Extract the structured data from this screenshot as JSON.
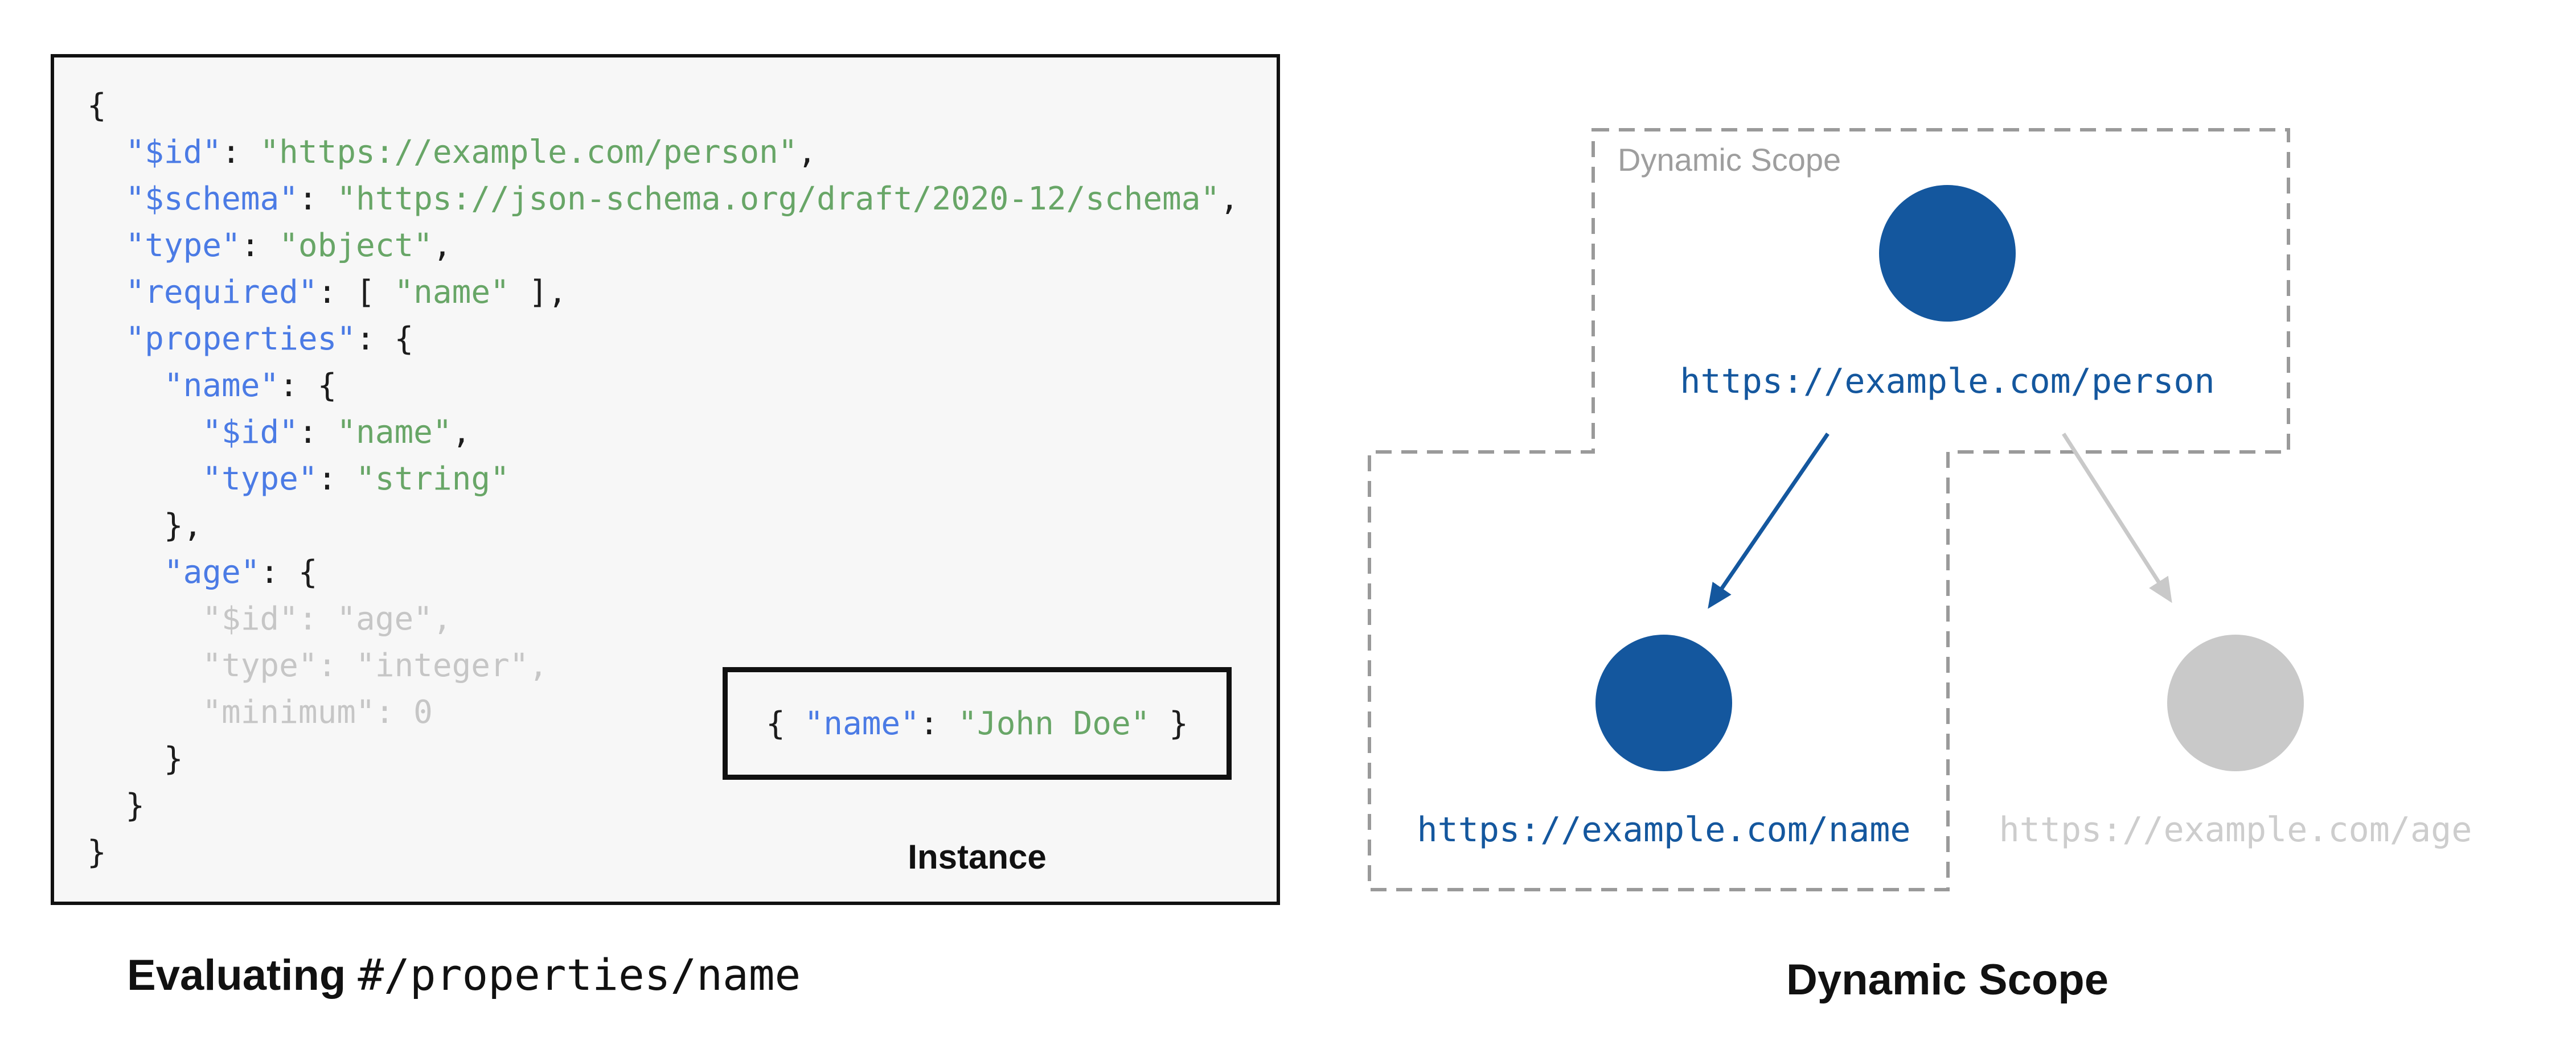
{
  "colors": {
    "node_active_blue": "#14579E",
    "node_inactive_gray": "#C9C9C9",
    "code_key_blue": "#4B7BE5",
    "code_string_green": "#68A667",
    "code_dim_gray": "#C6C6C6",
    "code_punct_black": "#1C1C1C",
    "scope_outline_gray": "#9A9A9A",
    "panel_background": "#F7F7F7",
    "panel_border": "#111111"
  },
  "schema_panel": {
    "code_lines": [
      {
        "tokens": [
          [
            "p",
            "{"
          ]
        ]
      },
      {
        "tokens": [
          [
            "p",
            "  "
          ],
          [
            "k",
            "\"$id\""
          ],
          [
            "p",
            ": "
          ],
          [
            "v",
            "\"https://example.com/person\""
          ],
          [
            "p",
            ","
          ]
        ]
      },
      {
        "tokens": [
          [
            "p",
            "  "
          ],
          [
            "k",
            "\"$schema\""
          ],
          [
            "p",
            ": "
          ],
          [
            "v",
            "\"https://json-schema.org/draft/2020-12/schema\""
          ],
          [
            "p",
            ","
          ]
        ]
      },
      {
        "tokens": [
          [
            "p",
            "  "
          ],
          [
            "k",
            "\"type\""
          ],
          [
            "p",
            ": "
          ],
          [
            "v",
            "\"object\""
          ],
          [
            "p",
            ","
          ]
        ]
      },
      {
        "tokens": [
          [
            "p",
            "  "
          ],
          [
            "k",
            "\"required\""
          ],
          [
            "p",
            ": [ "
          ],
          [
            "v",
            "\"name\""
          ],
          [
            "p",
            " ],"
          ]
        ]
      },
      {
        "tokens": [
          [
            "p",
            "  "
          ],
          [
            "k",
            "\"properties\""
          ],
          [
            "p",
            ": {"
          ]
        ]
      },
      {
        "tokens": [
          [
            "p",
            "    "
          ],
          [
            "k",
            "\"name\""
          ],
          [
            "p",
            ": {"
          ]
        ]
      },
      {
        "tokens": [
          [
            "p",
            "      "
          ],
          [
            "k",
            "\"$id\""
          ],
          [
            "p",
            ": "
          ],
          [
            "v",
            "\"name\""
          ],
          [
            "p",
            ","
          ]
        ]
      },
      {
        "tokens": [
          [
            "p",
            "      "
          ],
          [
            "k",
            "\"type\""
          ],
          [
            "p",
            ": "
          ],
          [
            "v",
            "\"string\""
          ]
        ]
      },
      {
        "tokens": [
          [
            "p",
            "    },"
          ]
        ]
      },
      {
        "tokens": [
          [
            "p",
            "    "
          ],
          [
            "k",
            "\"age\""
          ],
          [
            "p",
            ": {"
          ]
        ]
      },
      {
        "tokens": [
          [
            "d",
            "      \"$id\": \"age\","
          ]
        ]
      },
      {
        "tokens": [
          [
            "d",
            "      \"type\": \"integer\","
          ]
        ]
      },
      {
        "tokens": [
          [
            "d",
            "      \"minimum\": 0"
          ]
        ]
      },
      {
        "tokens": [
          [
            "p",
            "    }"
          ]
        ]
      },
      {
        "tokens": [
          [
            "p",
            "  }"
          ]
        ]
      },
      {
        "tokens": [
          [
            "p",
            "}"
          ]
        ]
      }
    ],
    "instance": {
      "tokens": [
        [
          "p",
          "{ "
        ],
        [
          "k",
          "\"name\""
        ],
        [
          "p",
          ": "
        ],
        [
          "v",
          "\"John Doe\""
        ],
        [
          "p",
          " }"
        ]
      ],
      "label": "Instance"
    },
    "caption": {
      "bold": "Evaluating ",
      "code": "#/properties/name"
    }
  },
  "diagram": {
    "scope_box_label": "Dynamic Scope",
    "caption": "Dynamic Scope",
    "nodes": {
      "person": {
        "label": "https://example.com/person",
        "state": "active"
      },
      "name": {
        "label": "https://example.com/name",
        "state": "active"
      },
      "age": {
        "label": "https://example.com/age",
        "state": "inactive"
      }
    },
    "edges": [
      {
        "from": "person",
        "to": "name",
        "state": "active"
      },
      {
        "from": "person",
        "to": "age",
        "state": "inactive"
      }
    ]
  }
}
